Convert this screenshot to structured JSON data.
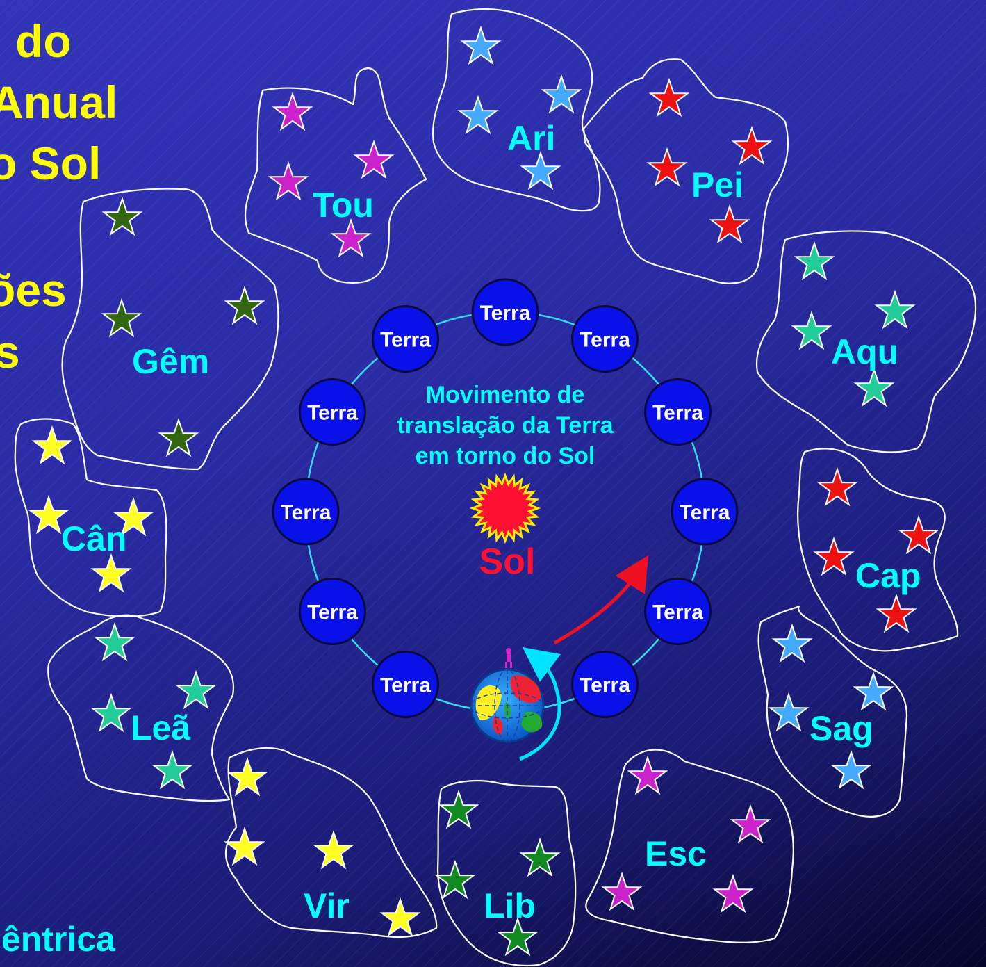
{
  "title_lines": [
    "do",
    "Anual",
    "o Sol",
    "",
    "ões",
    "s"
  ],
  "footer_text": "êntrica",
  "center_text": {
    "line1": "Movimento de",
    "line2": "translação da Terra",
    "line3": "em torno do Sol"
  },
  "sun": {
    "label": "Sol",
    "color": "#ff1133"
  },
  "earth_label": "Terra",
  "earth_positions_count": 12,
  "colors": {
    "title": "#ffff00",
    "labels": "#00ffff",
    "orbit": "#33ddee",
    "planet_fill": "#0a10e8",
    "arrow_red": "#ee1122",
    "arrow_cyan": "#00e5ff"
  },
  "constellations": [
    {
      "id": "tou",
      "label": "Tou",
      "star_color": "#cc22cc"
    },
    {
      "id": "ari",
      "label": "Ari",
      "star_color": "#44aaff"
    },
    {
      "id": "pei",
      "label": "Pei",
      "star_color": "#ee1111"
    },
    {
      "id": "aqu",
      "label": "Aqu",
      "star_color": "#22cc99"
    },
    {
      "id": "cap",
      "label": "Cap",
      "star_color": "#ee1111"
    },
    {
      "id": "sag",
      "label": "Sag",
      "star_color": "#44aaff"
    },
    {
      "id": "esc",
      "label": "Esc",
      "star_color": "#cc22cc"
    },
    {
      "id": "lib",
      "label": "Lib",
      "star_color": "#118822"
    },
    {
      "id": "vir",
      "label": "Vir",
      "star_color": "#ffff22"
    },
    {
      "id": "lea",
      "label": "Leã",
      "star_color": "#22cc99"
    },
    {
      "id": "can",
      "label": "Cân",
      "star_color": "#ffff22"
    },
    {
      "id": "gem",
      "label": "Gêm",
      "star_color": "#336611"
    }
  ]
}
